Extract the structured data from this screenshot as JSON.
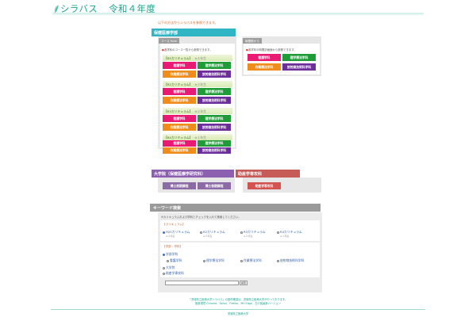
{
  "header": {
    "title": "シラバス",
    "year": "令和４年度"
  },
  "intro": "以下の方法からシラバスを参照できます。",
  "faculty": {
    "heading": "保健医療学部",
    "course_tag": "コース from",
    "course_note": "各学科のコース一覧から参照できます。",
    "curricula": [
      {
        "label": "【R5カリキュラム】",
        "year": "※４年生"
      },
      {
        "label": "【R2カリキュラム】",
        "year": "※３年生"
      },
      {
        "label": "【R3カリキュラム】",
        "year": "※２年生"
      },
      {
        "label": "【R4カリキュラム】",
        "year": "※１年生"
      }
    ],
    "departments": [
      "看護学科",
      "理学療法学科",
      "作業療法学科",
      "放射線技術科学科"
    ]
  },
  "schedule": {
    "tag": "時間割から",
    "note": "各学年の時間割画面から参照できます。",
    "departments": [
      "看護学科",
      "理学療法学科",
      "作業療法学科",
      "放射線技術科学科"
    ]
  },
  "graduate": {
    "heading": "大学院（保健医療学研究科）",
    "buttons": [
      "博士前期課程",
      "博士後期課程"
    ]
  },
  "midwifery": {
    "heading": "助産学専攻科",
    "button": "助産学専攻科"
  },
  "keyword": {
    "heading": "キーワード検索",
    "note": "※カリキュラムおよび学科とチェックを入れて検索してください。",
    "curriculum_label": "【カリキュラム】",
    "curricula": [
      {
        "label": "H25カリキュラム",
        "sub": "※４年生",
        "checked": true
      },
      {
        "label": "R2カリキュラム",
        "sub": "※３年生",
        "checked": false
      },
      {
        "label": "R3カリキュラム",
        "sub": "※２年生",
        "checked": false
      },
      {
        "label": "R4カリキュラム",
        "sub": "※１年生",
        "checked": false
      }
    ],
    "dept_label": "【学部・学科】",
    "faculty_label": "学部学科",
    "depts": [
      "看護学科",
      "理学療法学科",
      "作業療法学科",
      "放射線技術科学科"
    ],
    "graduate": "大学院",
    "midwifery": "助産学専攻科",
    "search_value": "",
    "search_button": "検索"
  },
  "footer": {
    "line1": "「茨城県立医療大学シラバス」の動作確認は、茨城県立医療大学が行っております。",
    "line2": "推奨環境 Chrome、Safari、Firefox、MS Edge、左の各最新バージョン",
    "org": "茨城県立医療大学"
  },
  "colors": {
    "title": "#1aa58f",
    "faculty_header": "#2fb5c4",
    "graduate_header": "#8d5fb0",
    "midwifery_header": "#c75b58",
    "pink": "#e81a74",
    "green": "#1f9b38",
    "orange": "#f08c1b",
    "purple": "#6c2e9a"
  }
}
